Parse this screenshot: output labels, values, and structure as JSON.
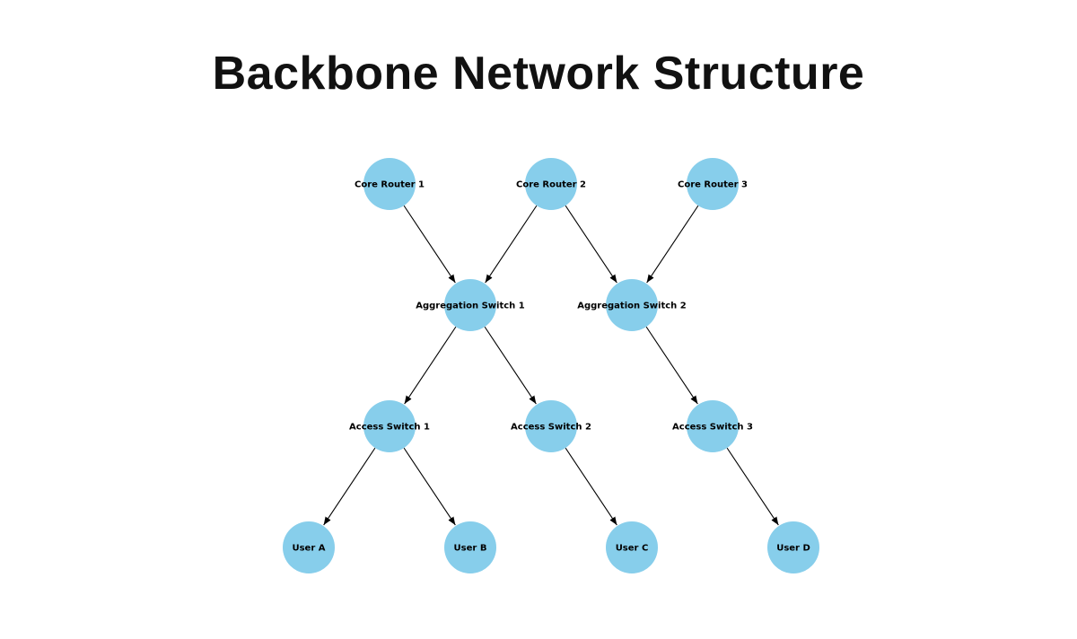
{
  "title": "Backbone Network Structure",
  "node_color": "#87CEEB",
  "edge_color": "#000000",
  "nodes": [
    {
      "id": "cr1",
      "label": "Core Router 1",
      "layer": 0,
      "col": 1
    },
    {
      "id": "cr2",
      "label": "Core Router 2",
      "layer": 0,
      "col": 3
    },
    {
      "id": "cr3",
      "label": "Core Router 3",
      "layer": 0,
      "col": 5
    },
    {
      "id": "ag1",
      "label": "Aggregation Switch 1",
      "layer": 1,
      "col": 2
    },
    {
      "id": "ag2",
      "label": "Aggregation Switch 2",
      "layer": 1,
      "col": 4
    },
    {
      "id": "as1",
      "label": "Access Switch 1",
      "layer": 2,
      "col": 1
    },
    {
      "id": "as2",
      "label": "Access Switch 2",
      "layer": 2,
      "col": 3
    },
    {
      "id": "as3",
      "label": "Access Switch 3",
      "layer": 2,
      "col": 5
    },
    {
      "id": "ua",
      "label": "User A",
      "layer": 3,
      "col": 0
    },
    {
      "id": "ub",
      "label": "User B",
      "layer": 3,
      "col": 2
    },
    {
      "id": "uc",
      "label": "User C",
      "layer": 3,
      "col": 4
    },
    {
      "id": "ud",
      "label": "User D",
      "layer": 3,
      "col": 6
    }
  ],
  "edges": [
    [
      "cr1",
      "ag1"
    ],
    [
      "cr2",
      "ag1"
    ],
    [
      "cr2",
      "ag2"
    ],
    [
      "cr3",
      "ag2"
    ],
    [
      "ag1",
      "as1"
    ],
    [
      "ag1",
      "as2"
    ],
    [
      "ag2",
      "as3"
    ],
    [
      "as1",
      "ua"
    ],
    [
      "as1",
      "ub"
    ],
    [
      "as2",
      "uc"
    ],
    [
      "as3",
      "ud"
    ]
  ]
}
